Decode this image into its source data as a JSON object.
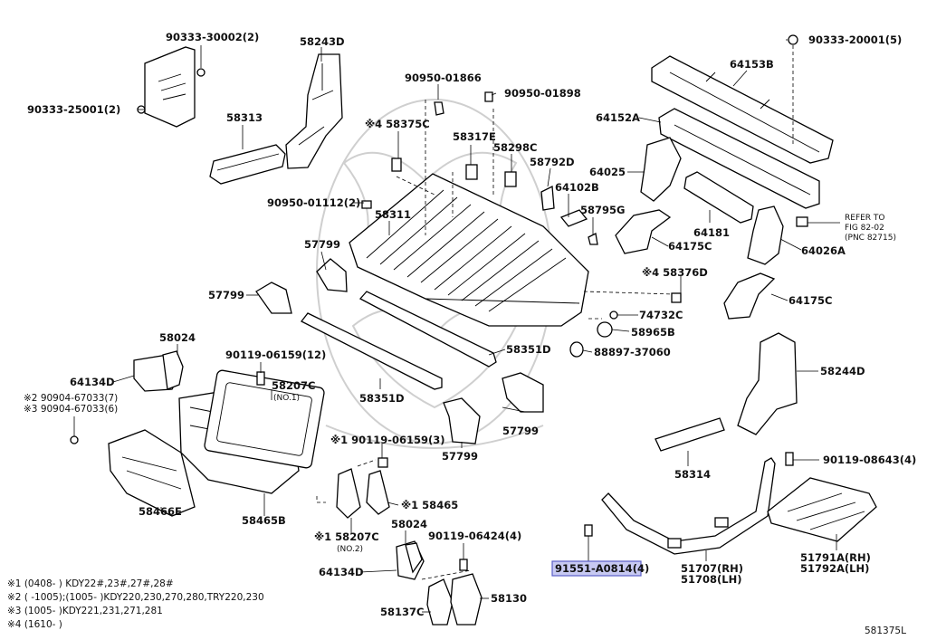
{
  "diagram_id": "581375L",
  "highlighted_part": "91551-A0814(4)",
  "labels": {
    "p90333_30002": "90333-30002(2)",
    "p58243D": "58243D",
    "p90333_25001": "90333-25001(2)",
    "p58313": "58313",
    "p90950_01866": "90950-01866",
    "p90950_01898": "90950-01898",
    "p58375C": "※4 58375C",
    "p58317E": "58317E",
    "p58298C": "58298C",
    "p58792D": "58792D",
    "p64102B": "64102B",
    "p58795G": "58795G",
    "p90950_01112": "90950-01112(2)",
    "p58311": "58311",
    "p57799_a": "57799",
    "p57799_b": "57799",
    "p64153B": "64153B",
    "p90333_20001": "90333-20001(5)",
    "p64152A": "64152A",
    "p64025": "64025",
    "p64181": "64181",
    "p64175C_a": "64175C",
    "p64026A": "64026A",
    "refer1": "REFER TO",
    "refer2": "FIG 82-02",
    "refer3": "(PNC 82715)",
    "p58376D": "※4 58376D",
    "p64175C_b": "64175C",
    "p74732C": "74732C",
    "p58965B": "58965B",
    "p88897": "88897-37060",
    "p58351D_a": "58351D",
    "p58351D_b": "58351D",
    "p58024_a": "58024",
    "p90119_06159_12": "90119-06159(12)",
    "p64134D_a": "64134D",
    "p58207C_a": "58207C",
    "p58207C_a_sub": "(NO.1)",
    "p290904": "※2 90904-67033(7)",
    "p390904": "※3 90904-67033(6)",
    "p58244D": "58244D",
    "p57799_c": "57799",
    "p57799_d": "57799",
    "p90119_06159_3": "※1 90119-06159(3)",
    "p58314": "58314",
    "p90119_08643": "90119-08643(4)",
    "p58466E": "58466E",
    "p58465B": "58465B",
    "p58465": "※1 58465",
    "p58207C_b": "※1 58207C",
    "p58207C_b_sub": "(NO.2)",
    "p58024_b": "58024",
    "p90119_06424": "90119-06424(4)",
    "p64134D_b": "64134D",
    "p58137C": "58137C",
    "p58130": "58130",
    "p91551": "91551-A0814(4)",
    "p51707": "51707(RH)",
    "p51708": "51708(LH)",
    "p51791A": "51791A(RH)",
    "p51792A": "51792A(LH)"
  },
  "notes": [
    "※1 (0408-      ) KDY22#,23#,27#,28#",
    "※2 (      -1005);(1005-      )KDY220,230,270,280,TRY220,230",
    "※3 (1005-      )KDY221,231,271,281",
    "※4 (1610-      )"
  ]
}
